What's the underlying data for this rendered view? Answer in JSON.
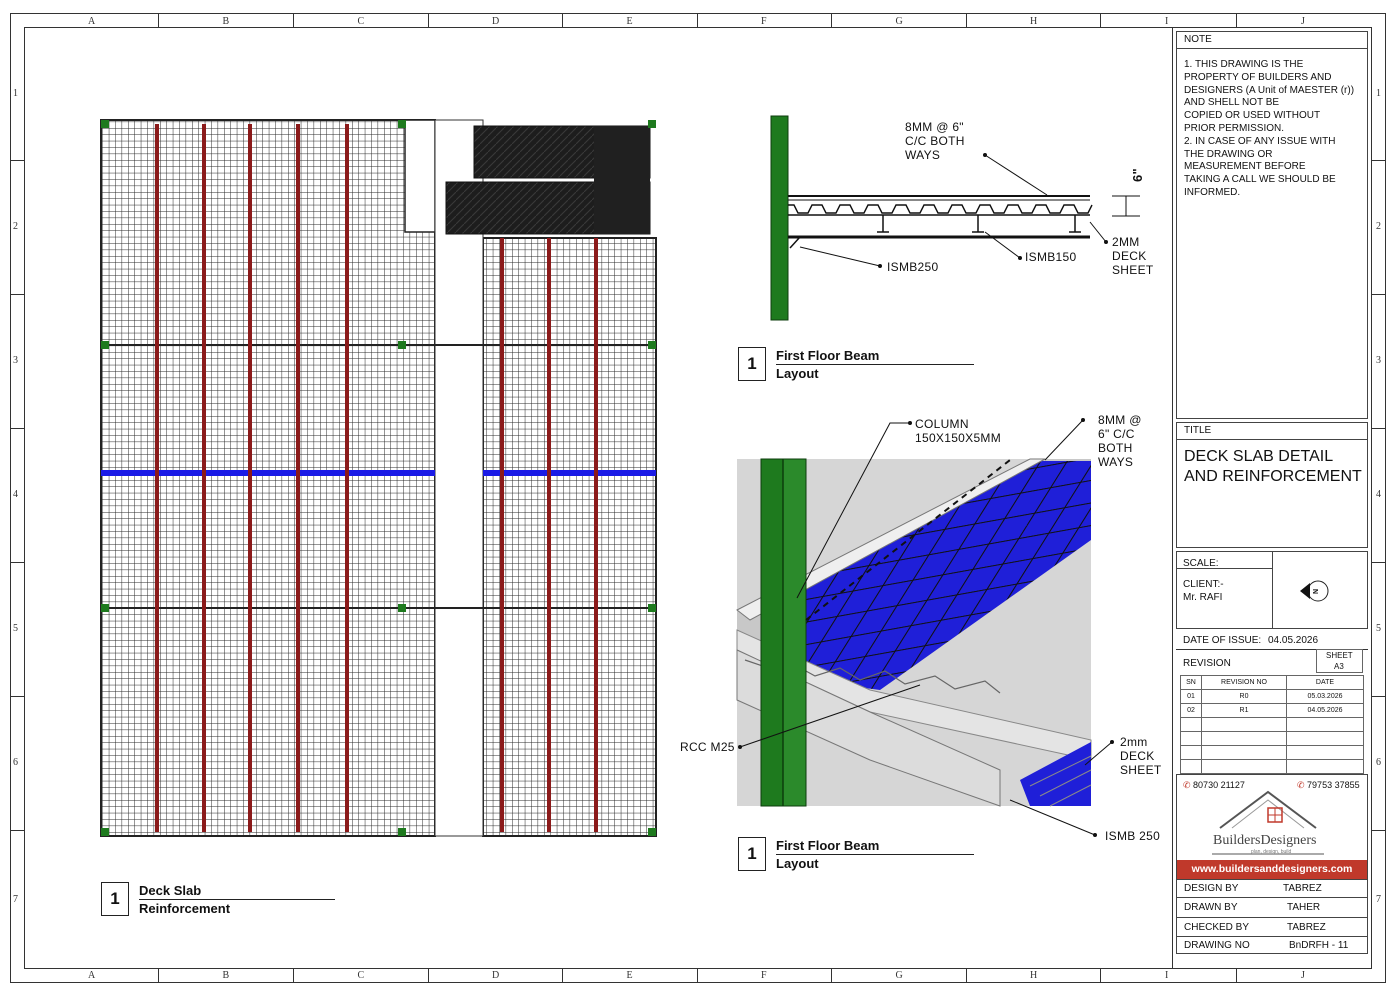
{
  "grid": {
    "columns": [
      "A",
      "B",
      "C",
      "D",
      "E",
      "F",
      "G",
      "H",
      "I",
      "J"
    ],
    "rows": [
      "1",
      "2",
      "3",
      "4",
      "5",
      "6",
      "7"
    ]
  },
  "drawings": {
    "plan": {
      "number": "1",
      "title_line1": "Deck Slab",
      "title_line2": "Reinforcement"
    },
    "section": {
      "number": "1",
      "title_line1": "First Floor Beam",
      "title_line2": "Layout",
      "labels": {
        "mesh": "8MM @ 6\"\nC/C BOTH\nWAYS",
        "depth": "6\"",
        "main_beam": "ISMB250",
        "secondary_beam": "ISMB150",
        "deck": "2MM\nDECK\nSHEET"
      }
    },
    "iso": {
      "number": "1",
      "title_line1": "First Floor Beam",
      "title_line2": "Layout",
      "labels": {
        "column": "COLUMN\n150X150X5MM",
        "mesh": "8MM @\n6\" C/C\nBOTH\nWAYS",
        "concrete": "RCC M25",
        "deck": "2mm\nDECK\nSHEET",
        "beam": "ISMB 250"
      }
    }
  },
  "title_block": {
    "note_heading": "NOTE",
    "note_text": "1. THIS DRAWING IS THE\nPROPERTY OF BUILDERS AND\nDESIGNERS (A Unit of MAESTER (r))\nAND SHELL NOT BE\nCOPIED OR USED WITHOUT\nPRIOR PERMISSION.\n2. IN CASE OF ANY ISSUE WITH\nTHE DRAWING OR\nMEASUREMENT BEFORE\nTAKING A CALL WE SHOULD BE\nINFORMED.",
    "title_heading": "TITLE",
    "title_text": "DECK SLAB DETAIL\nAND REINFORCEMENT",
    "scale_label": "SCALE:",
    "client_label": "CLIENT:-",
    "client_name": "Mr. RAFI",
    "north": "N",
    "date_of_issue_label": "DATE OF ISSUE:",
    "date_of_issue": "04.05.2026",
    "revision_label": "REVISION",
    "sheet_label": "SHEET",
    "sheet_value": "A3",
    "revision_headers": [
      "SN",
      "REVISION NO",
      "DATE"
    ],
    "revisions": [
      {
        "sn": "01",
        "rev": "R0",
        "date": "05.03.2026"
      },
      {
        "sn": "02",
        "rev": "R1",
        "date": "04.05.2026"
      }
    ],
    "phone1": "80730 21127",
    "phone2": "79753 37855",
    "logo_text": "BuildersDesigners",
    "logo_tagline": "plan, design, build",
    "website": "www.buildersanddesigners.com",
    "design_by_label": "DESIGN BY",
    "design_by": "TABREZ",
    "drawn_by_label": "DRAWN BY",
    "drawn_by": "TAHER",
    "checked_by_label": "CHECKED BY",
    "checked_by": "TABREZ",
    "drawing_no_label": "DRAWING NO",
    "drawing_no": "BnDRFH - 11"
  },
  "colors": {
    "column_green": "#1e7a1e",
    "deck_blue": "#1a1ae6",
    "rebar_red": "#8b1a1a",
    "accent_red": "#c0392b"
  }
}
